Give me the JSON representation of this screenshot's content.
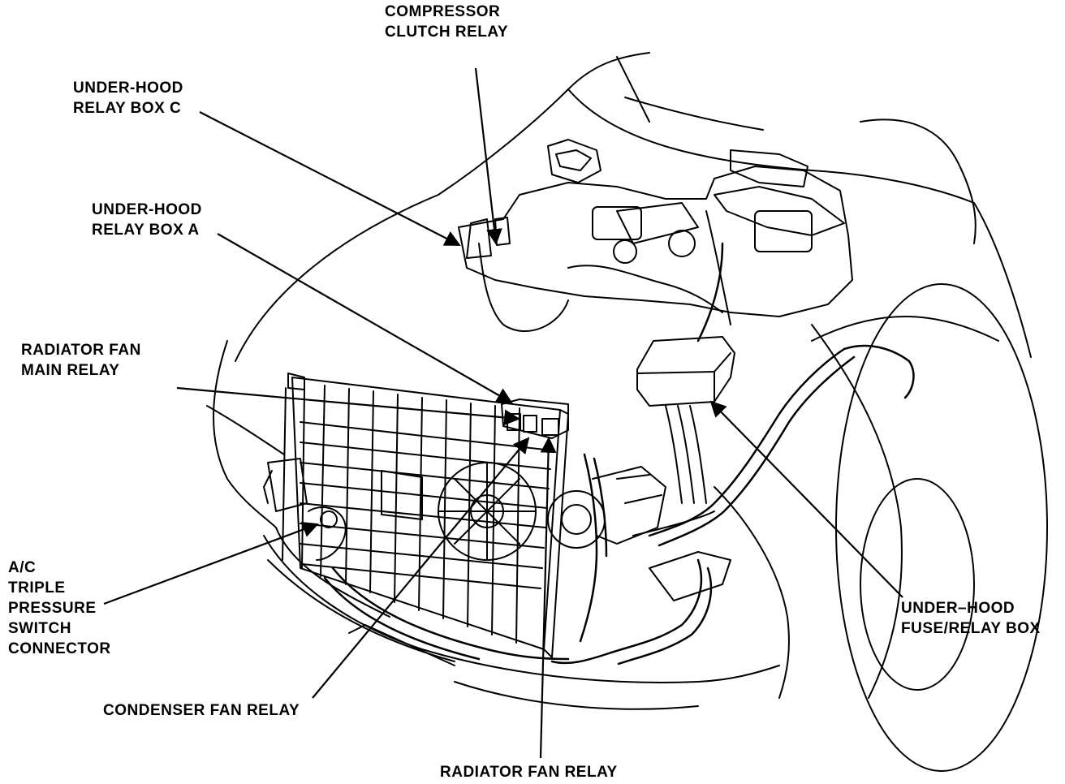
{
  "labels": {
    "compressor_clutch_relay": [
      "COMPRESSOR",
      "CLUTCH RELAY"
    ],
    "under_hood_relay_box_c": [
      "UNDER-HOOD",
      "RELAY BOX C"
    ],
    "under_hood_relay_box_a": [
      "UNDER-HOOD",
      "RELAY BOX A"
    ],
    "radiator_fan_main_relay": [
      "RADIATOR FAN",
      "MAIN RELAY"
    ],
    "ac_triple_pressure_switch_connector": [
      "A/C",
      "TRIPLE",
      "PRESSURE",
      "SWITCH",
      "CONNECTOR"
    ],
    "condenser_fan_relay": [
      "CONDENSER FAN RELAY"
    ],
    "radiator_fan_relay": [
      "RADIATOR FAN RELAY"
    ],
    "under_hood_fuse_relay_box": [
      "UNDER–HOOD",
      "FUSE/RELAY BOX"
    ]
  }
}
